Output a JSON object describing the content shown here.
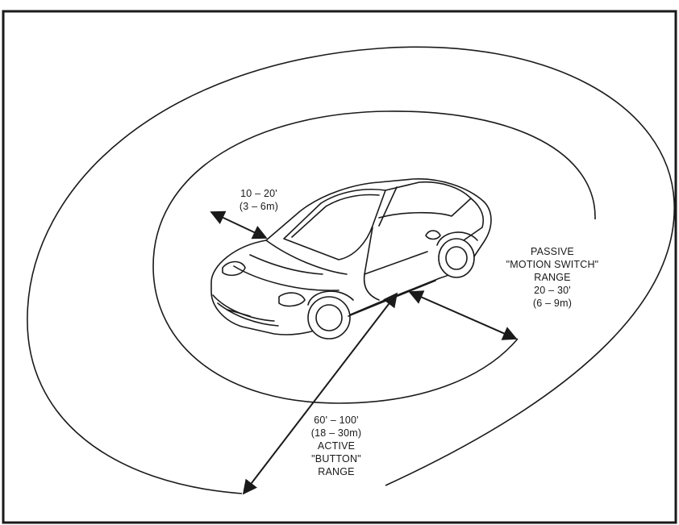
{
  "labels": {
    "inner": {
      "line1": "10 – 20'",
      "line2": "(3 – 6m)"
    },
    "passive": {
      "line1": "PASSIVE",
      "line2": "\"MOTION SWITCH\"",
      "line3": "RANGE",
      "line4": "20 – 30'",
      "line5": "(6 – 9m)"
    },
    "active": {
      "line1": "60' – 100'",
      "line2": "(18 – 30m)",
      "line3": "ACTIVE",
      "line4": "\"BUTTON\"",
      "line5": "RANGE"
    }
  },
  "colors": {
    "line": "#1a1a1a",
    "background": "#ffffff"
  }
}
